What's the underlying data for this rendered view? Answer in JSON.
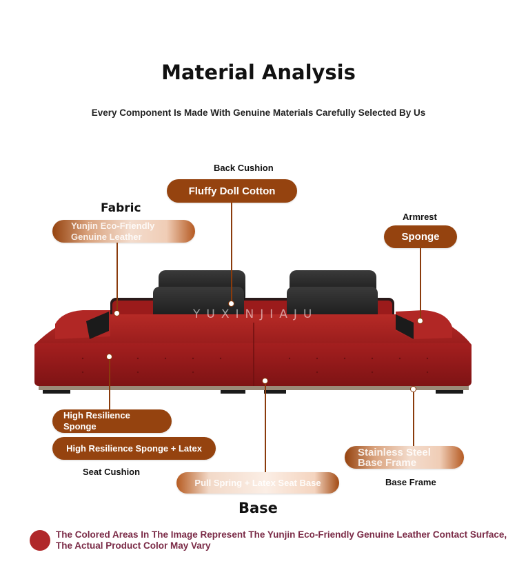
{
  "header": {
    "title": "Material Analysis",
    "subtitle": "Every Component Is Made With Genuine Materials Carefully Selected By Us"
  },
  "back_cushion": {
    "label": "Back Cushion",
    "material": "Fluffy Doll Cotton"
  },
  "fabric": {
    "label": "Fabric",
    "material_line1": "Yunjin Eco-Friendly",
    "material_line2": "Genuine Leather"
  },
  "armrest": {
    "label": "Armrest",
    "material": "Sponge"
  },
  "seat_cushion": {
    "label": "Seat Cushion",
    "material1_line1": "High Resilience",
    "material1_line2": "Sponge",
    "material2": "High Resilience Sponge + Latex"
  },
  "base": {
    "label": "Base",
    "material": "Pull Spring + Latex Seat Base"
  },
  "base_frame": {
    "label": "Base Frame",
    "material_line1": "Stainless Steel",
    "material_line2": "Base Frame"
  },
  "watermark": {
    "text": "YUXINJIAJU"
  },
  "footer": {
    "note_line1": "The Colored Areas In The Image Represent The Yunjin Eco-Friendly Genuine Leather Contact Surface,",
    "note_line2": "The Actual Product Color May Vary"
  },
  "colors": {
    "pill": "#95430f",
    "leather": "#a8201f",
    "note_text": "#7a2a46",
    "legend_dot": "#b0282a"
  }
}
